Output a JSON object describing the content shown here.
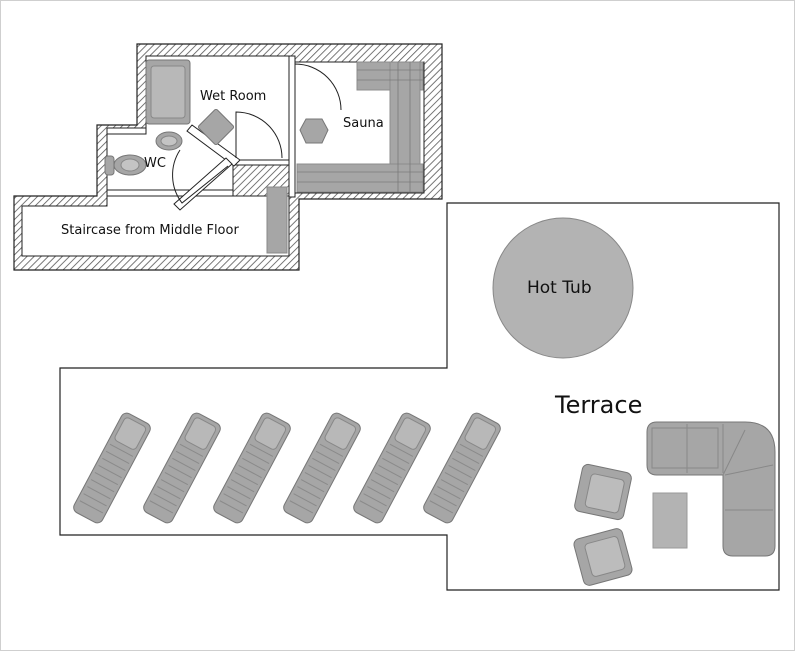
{
  "rooms": {
    "wet_room": "Wet Room",
    "sauna": "Sauna",
    "wc": "WC",
    "staircase": "Staircase from Middle Floor",
    "hot_tub": "Hot Tub",
    "terrace": "Terrace"
  },
  "furniture": {
    "sun_loungers": 6,
    "armchairs": 2,
    "sofa_segments": 5
  },
  "colors": {
    "wall": "#555555",
    "fixture": "#a6a6a6",
    "fixture_dark": "#8c8c8c",
    "hot_tub": "#b3b3b3",
    "outline": "#222222"
  }
}
